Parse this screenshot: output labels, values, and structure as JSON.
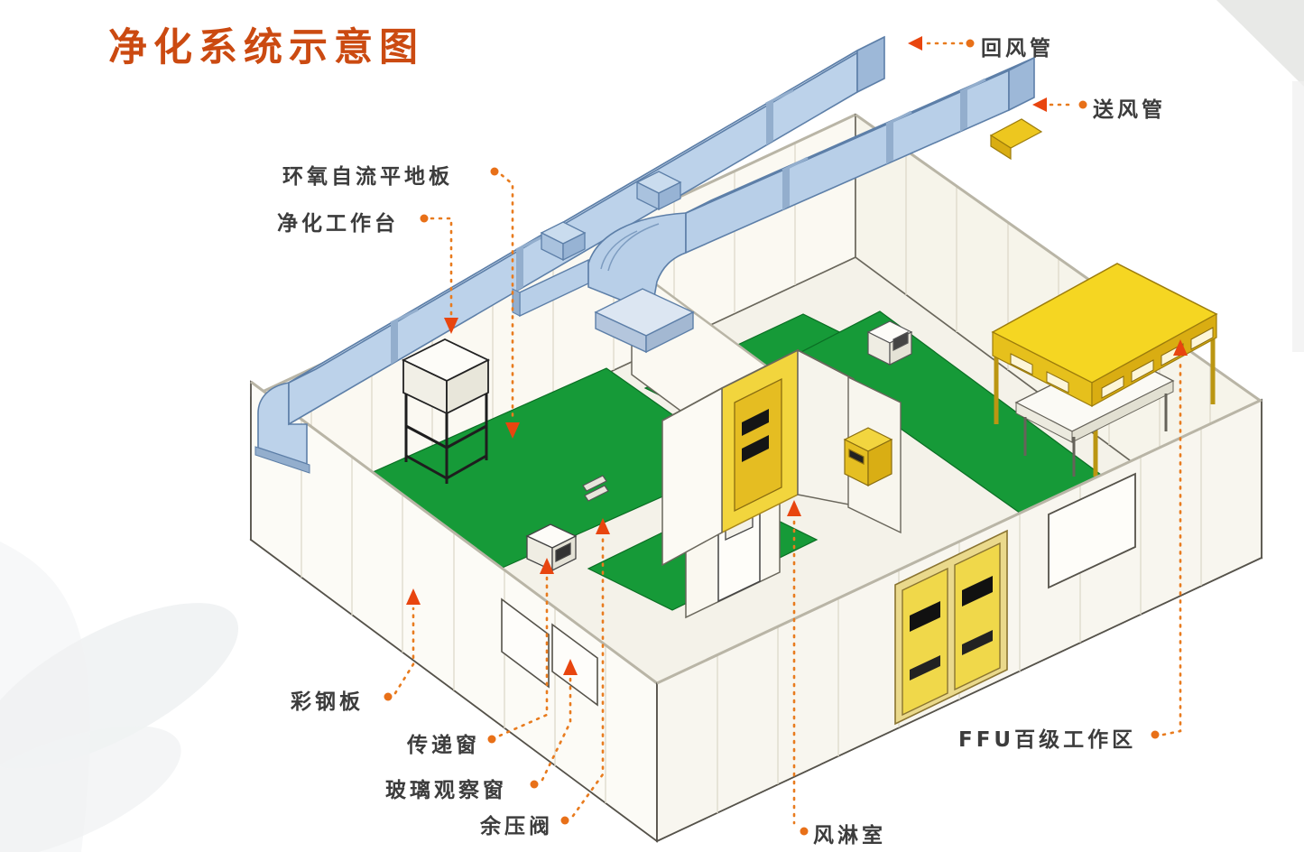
{
  "title": "净化系统示意图",
  "labels": {
    "return_duct": "回风管",
    "supply_duct": "送风管",
    "epoxy_floor": "环氧自流平地板",
    "clean_bench": "净化工作台",
    "color_steel_panel": "彩钢板",
    "transfer_window": "传递窗",
    "glass_observation_window": "玻璃观察窗",
    "pressure_relief_valve": "余压阀",
    "air_shower": "风淋室",
    "ffu_area": "FFU百级工作区"
  },
  "colors": {
    "title_text": "#cb4a11",
    "label_text": "#3c3c3c",
    "leader_line": "#e87b1e",
    "arrow_marker": "#e8450f",
    "duct_side": "#bcd2ea",
    "duct_top": "#d4e2f2",
    "floor_green": "#169a38",
    "ffu_yellow": "#f5d622",
    "door_yellow": "#f0d84a",
    "wall_white": "#fbf9f2"
  }
}
